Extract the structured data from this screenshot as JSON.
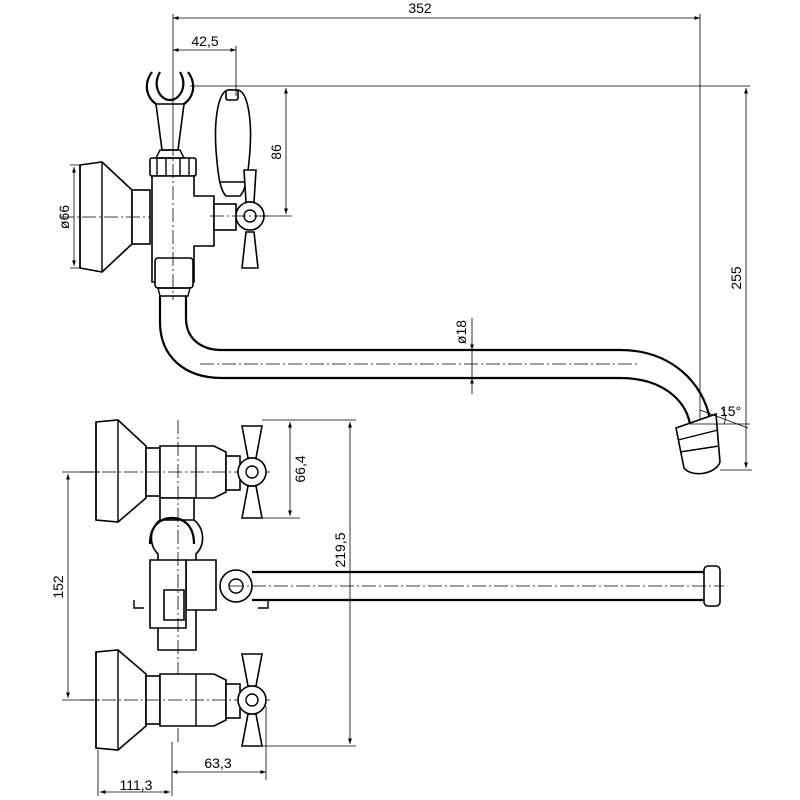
{
  "dimensions": {
    "overall_length": "352",
    "holder_offset": "42,5",
    "handle_height": "86",
    "flange_diameter": "ø66",
    "spout_diameter": "ø18",
    "total_height": "255",
    "spout_angle": "15°",
    "valve_spacing_small": "66,4",
    "body_height": "219,5",
    "center_distance": "152",
    "handle_offset": "63,3",
    "wall_depth": "111,3"
  },
  "colors": {
    "line": "#000000",
    "background": "#ffffff"
  }
}
